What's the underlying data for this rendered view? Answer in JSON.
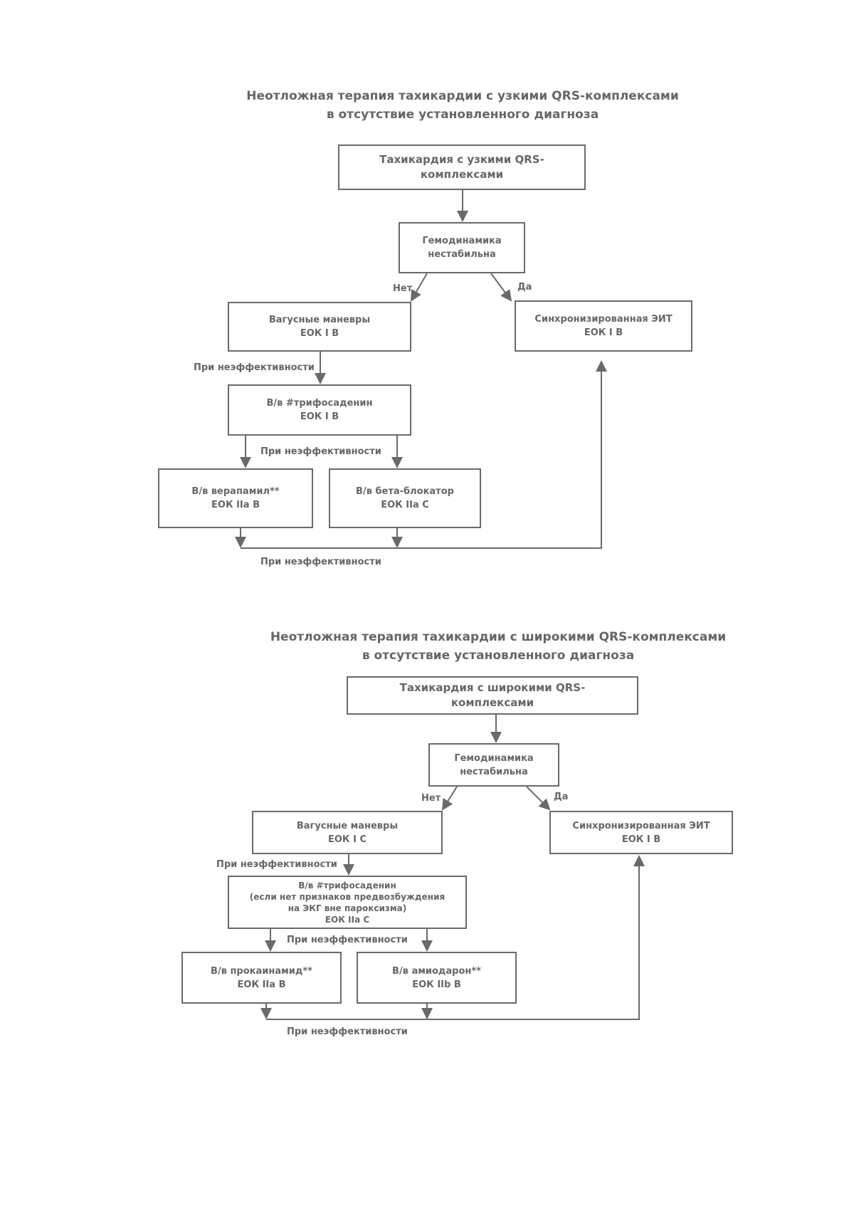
{
  "narrow": {
    "title_line1": "Неотложная терапия тахикардии с узкими QRS-комплексами",
    "title_line2": "в отсутствие установленного диагноза",
    "start_l1": "Тахикардия с узкими QRS-",
    "start_l2": "комплексами",
    "hemo_l1": "Гемодинамика",
    "hemo_l2": "нестабильна",
    "label_no": "Нет",
    "label_yes": "Да",
    "vagal_l1": "Вагусные маневры",
    "vagal_l2": "ЕОК I В",
    "eit_l1": "Синхронизированная ЭИТ",
    "eit_l2": "ЕОК I В",
    "ineff_1": "При неэффективности",
    "trifos_l1": "В/в #трифосаденин",
    "trifos_l2": "ЕОК I В",
    "ineff_2": "При неэффективности",
    "verap_l1": "В/в верапамил**",
    "verap_l2": "ЕОК IIа В",
    "beta_l1": "В/в бета-блокатор",
    "beta_l2": "ЕОК IIа С",
    "ineff_3": "При неэффективности"
  },
  "wide": {
    "title_line1": "Неотложная терапия тахикардии с широкими QRS-комплексами",
    "title_line2": "в отсутствие установленного диагноза",
    "start_l1": "Тахикардия с широкими QRS-",
    "start_l2": "комплексами",
    "hemo_l1": "Гемодинамика",
    "hemo_l2": "нестабильна",
    "label_no": "Нет",
    "label_yes": "Да",
    "vagal_l1": "Вагусные маневры",
    "vagal_l2": "ЕОК I С",
    "eit_l1": "Синхронизированная ЭИТ",
    "eit_l2": "ЕОК I В",
    "ineff_1": "При неэффективности",
    "trifos_l1": "В/в #трифосаденин",
    "trifos_l2": "(если нет признаков предвозбуждения",
    "trifos_l3": "на ЭКГ вне пароксизма)",
    "trifos_l4": "ЕОК IIа С",
    "ineff_2": "При неэффективности",
    "proc_l1": "В/в прокаинамид**",
    "proc_l2": "ЕОК IIа В",
    "amio_l1": "В/в амиодарон**",
    "amio_l2": "ЕОК IIb В",
    "ineff_3": "При неэффективности"
  }
}
